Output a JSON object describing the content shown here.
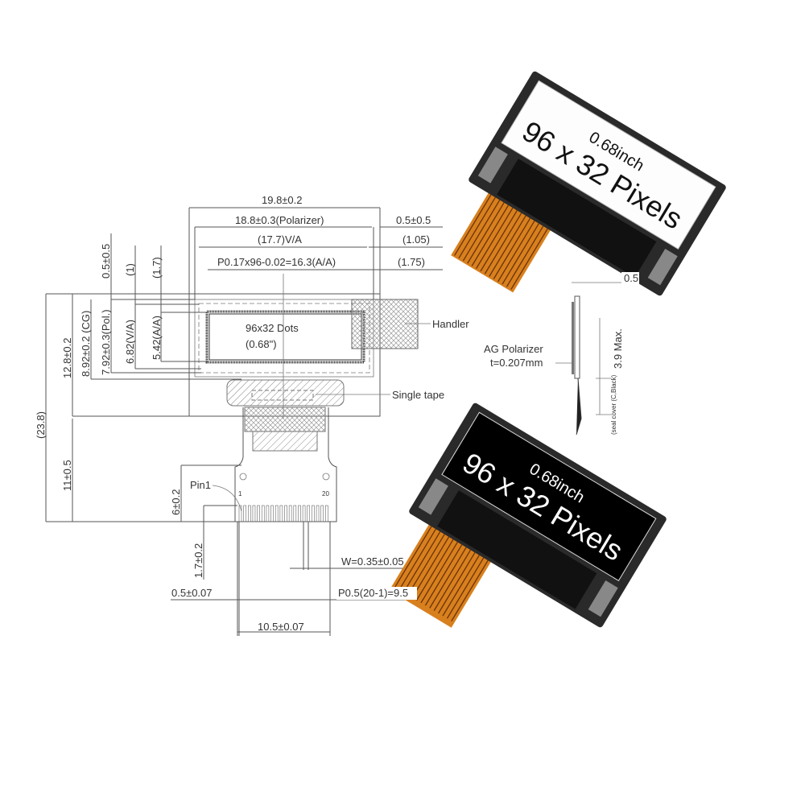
{
  "drawing": {
    "width_total": "19.8±0.2",
    "polarizer_width": "18.8±0.3(Polarizer)",
    "va_width": "(17.7)V/A",
    "aa_width": "P0.17x96-0.02=16.3(A/A)",
    "right_offset_1": "0.5±0.5",
    "right_offset_2": "(1.05)",
    "right_offset_3": "(1.75)",
    "top_offset_1": "0.5±0.5",
    "top_offset_2": "(1)",
    "top_offset_3": "(1.7)",
    "height_total": "(23.8)",
    "height_glass": "12.8±0.2",
    "height_cg": "8.92±0.2 (CG)",
    "height_pol": "7.92±0.3(Pol.)",
    "height_va": "6.82(V/A)",
    "height_aa": "5.42(A/A)",
    "dots": "96x32 Dots",
    "diagonal": "(0.68\")",
    "handler": "Handler",
    "single_tape": "Single tape",
    "fpc_length": "11±0.5",
    "pin_height": "6±0.2",
    "pin1": "Pin1",
    "pin_first": "1",
    "pin_last": "20",
    "pin_length": "1.7±0.2",
    "pin_width": "W=0.35±0.05",
    "pin_margin": "0.5±0.07",
    "pin_pitch": "P0.5(20-1)=9.5",
    "fpc_width": "10.5±0.07",
    "side_offset": "0.5",
    "ag_polarizer": "AG Polarizer",
    "ag_thickness": "t=0.207mm",
    "thickness_max": "3.9 Max.",
    "seal_cover": "(seal cover (C,Black)"
  },
  "photos": {
    "white_module": {
      "size": "0.68inch",
      "resolution": "96 x 32 Pixels"
    },
    "black_module": {
      "size": "0.68inch",
      "resolution": "96 x 32 Pixels"
    }
  }
}
